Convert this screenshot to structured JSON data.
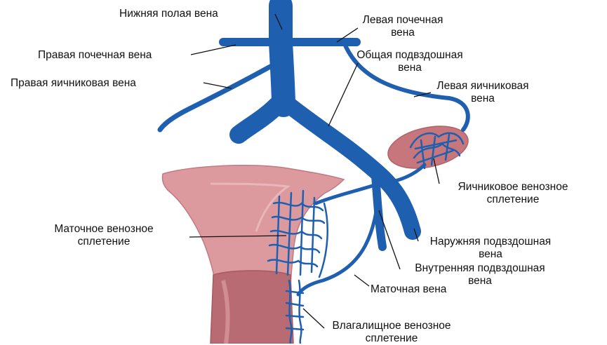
{
  "colors": {
    "vein": "#1f5fb0",
    "vein_dark": "#17498c",
    "uterus": "#dc9a9f",
    "uterus_edge": "#c07a80",
    "cervix": "#b86b72",
    "ovary": "#c7767c",
    "leader": "#111111"
  },
  "labels": {
    "ivc": "Нижняя полая вена",
    "left_renal_1": "Левая почечная",
    "left_renal_2": "вена",
    "right_renal": "Правая почечная вена",
    "common_iliac_1": "Общая подвздошная",
    "common_iliac_2": "вена",
    "right_ovarian": "Правая яичниковая вена",
    "left_ovarian_1": "Левая яичниковая",
    "left_ovarian_2": "вена",
    "ovarian_plexus_1": "Яичниковое венозное",
    "ovarian_plexus_2": "сплетение",
    "uterine_plexus_1": "Маточное венозное",
    "uterine_plexus_2": "сплетение",
    "external_iliac_1": "Наружняя подвздошная",
    "external_iliac_2": "вена",
    "internal_iliac_1": "Внутренняя подвздошная",
    "internal_iliac_2": "вена",
    "uterine_vein": "Маточная вена",
    "vaginal_plexus_1": "Влагалищное венозное",
    "vaginal_plexus_2": "сплетение"
  }
}
